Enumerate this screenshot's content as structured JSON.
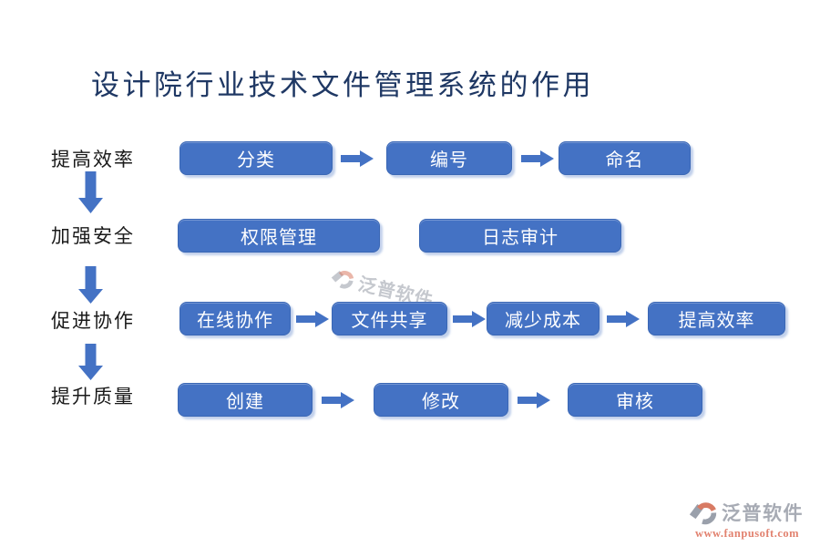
{
  "title": "设计院行业技术文件管理系统的作用",
  "rows": [
    {
      "label": "提高效率",
      "boxes": [
        "分类",
        "编号",
        "命名"
      ]
    },
    {
      "label": "加强安全",
      "boxes": [
        "权限管理",
        "日志审计"
      ]
    },
    {
      "label": "促进协作",
      "boxes": [
        "在线协作",
        "文件共享",
        "减少成本",
        "提高效率"
      ]
    },
    {
      "label": "提升质量",
      "boxes": [
        "创建",
        "修改",
        "审核"
      ]
    }
  ],
  "watermark": {
    "brand": "泛普软件"
  },
  "footer_logo": {
    "brand": "泛普软件",
    "url": "www.fanpusoft.com"
  },
  "colors": {
    "box_fill": "#4472C4",
    "box_border": "#3A67B5",
    "box_text": "#FFFFFF",
    "arrow": "#4472C4",
    "title_text": "#1F3864",
    "label_text": "#1A1A1A",
    "logo_gray": "#A7ABB4",
    "logo_orange": "#D87A63",
    "url_text": "#E2826F"
  }
}
